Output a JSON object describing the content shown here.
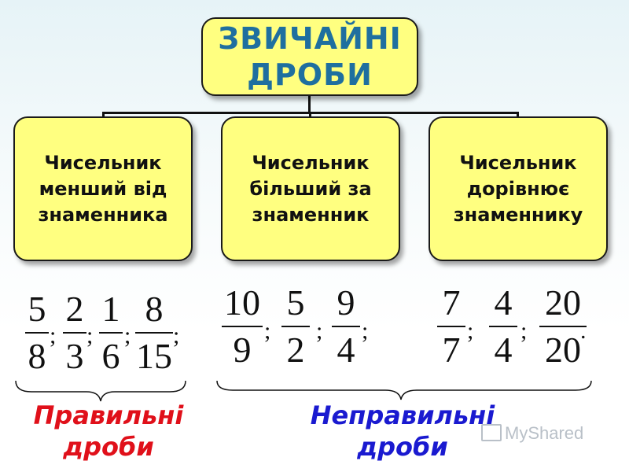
{
  "root": {
    "title": "ЗВИЧАЙНІ\nДРОБИ"
  },
  "categories": [
    {
      "label": "Чисельник\nменший від\nзнаменника"
    },
    {
      "label": "Чисельник\nбільший за\nзнаменник"
    },
    {
      "label": "Чисельник\nдорівнює\nзнаменнику"
    }
  ],
  "proper_examples": [
    {
      "num": "5",
      "den": "8"
    },
    {
      "num": "2",
      "den": "3"
    },
    {
      "num": "1",
      "den": "6"
    },
    {
      "num": "8",
      "den": "15"
    }
  ],
  "improper_examples_greater": [
    {
      "num": "10",
      "den": "9"
    },
    {
      "num": "5",
      "den": "2"
    },
    {
      "num": "9",
      "den": "4"
    }
  ],
  "improper_examples_equal": [
    {
      "num": "7",
      "den": "7"
    },
    {
      "num": "4",
      "den": "4"
    },
    {
      "num": "20",
      "den": "20"
    }
  ],
  "labels": {
    "proper": "Правильні\nдроби",
    "improper": "Неправильні\nдроби"
  },
  "watermark": "MyShared",
  "colors": {
    "box_fill": "#ffff80",
    "title": "#1f6f9f",
    "proper": "#e0101a",
    "improper": "#1a1ad0"
  }
}
